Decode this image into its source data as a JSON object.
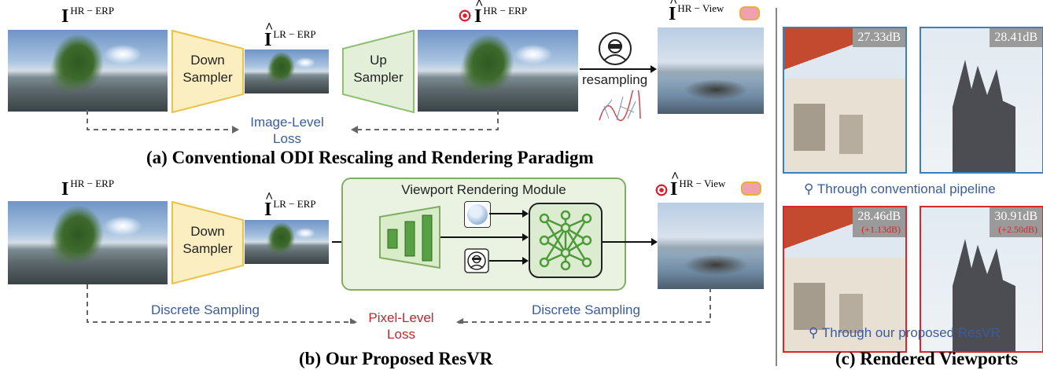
{
  "top": {
    "hr_erp": {
      "base": "I",
      "sup": "HR − ERP"
    },
    "lr_erp": {
      "base": "I",
      "sup": "LR − ERP"
    },
    "rec_erp": {
      "base": "I",
      "sup": "HR − ERP"
    },
    "hr_view": {
      "base": "I",
      "sup": "HR − View"
    },
    "down_sampler": [
      "Down",
      "Sampler"
    ],
    "up_sampler": [
      "Up",
      "Sampler"
    ],
    "resampling": "resampling",
    "loss": [
      "Image-Level",
      "Loss"
    ],
    "caption": "(a) Conventional ODI Rescaling and Rendering Paradigm"
  },
  "bottom": {
    "hr_erp": {
      "base": "I",
      "sup": "HR − ERP"
    },
    "lr_erp": {
      "base": "I",
      "sup": "LR − ERP"
    },
    "hr_view": {
      "base": "I",
      "sup": "HR − View"
    },
    "down_sampler": [
      "Down",
      "Sampler"
    ],
    "module_title": "Viewport Rendering Module",
    "discrete_left": "Discrete Sampling",
    "discrete_right": "Discrete Sampling",
    "loss": [
      "Pixel-Level",
      "Loss"
    ],
    "caption": "(b) Our Proposed ResVR"
  },
  "viewports": {
    "conventional": {
      "psnr": [
        "27.33dB",
        "28.41dB"
      ],
      "caption": "Through conventional pipeline",
      "border": "#3a7fc0"
    },
    "proposed": {
      "psnr": [
        "28.46dB",
        "30.91dB"
      ],
      "gains": [
        "(+1.13dB)",
        "(+2.50dB)"
      ],
      "caption": "Through our proposed ResVR",
      "border": "#d8262a"
    },
    "caption": "(c) Rendered Viewports"
  },
  "colors": {
    "sampler_fill": "#fbeec0",
    "sampler_stroke": "#e8c24a",
    "up_fill": "#e3efd8",
    "up_stroke": "#8fbf73",
    "module_fill": "#eaf3e2",
    "module_stroke": "#7fae61",
    "network": "#4f9a3a",
    "blue_text": "#3b5c9a",
    "red_text": "#c0282d"
  }
}
